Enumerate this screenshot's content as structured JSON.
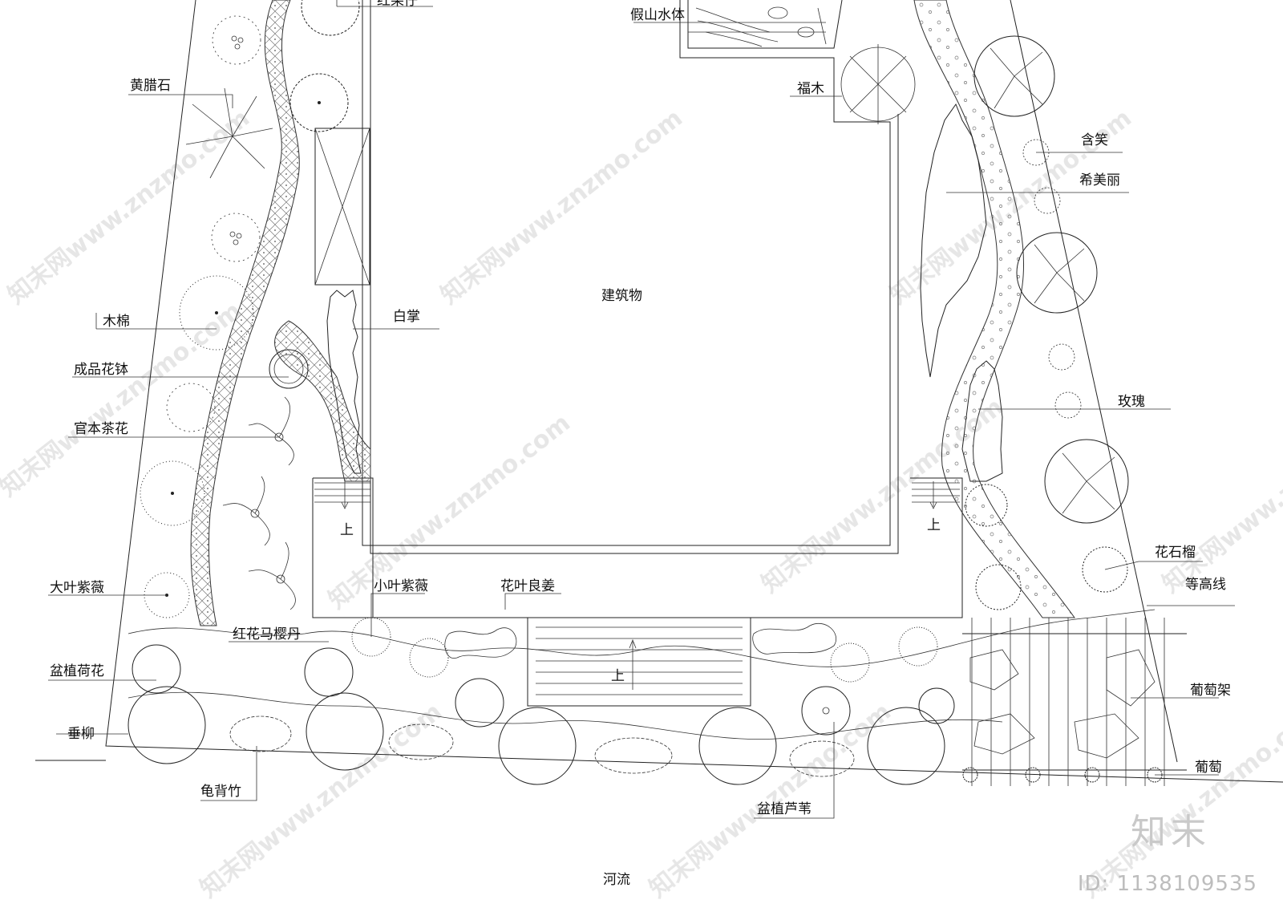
{
  "labels": {
    "top_cut": "红果仔",
    "rockery": "假山水体",
    "fumu": "福木",
    "huanglashi": "黄腊石",
    "mumian": "木棉",
    "pot": "成品花钵",
    "camellia": "官本茶花",
    "baizhang": "白掌",
    "building": "建筑物",
    "hanxiao": "含笑",
    "ximeili": "希美丽",
    "rose": "玫瑰",
    "pomegranate": "花石榴",
    "contour": "等高线",
    "big_lagerstroemia": "大叶紫薇",
    "small_lagerstroemia": "小叶紫薇",
    "alpinia": "花叶良姜",
    "lantana": "红花马樱丹",
    "lotus_pot": "盆植荷花",
    "willow": "垂柳",
    "monstera": "龟背竹",
    "reed_pot": "盆植芦苇",
    "grape_trellis": "葡萄架",
    "grape": "葡萄",
    "river": "河流",
    "up_left": "上",
    "up_right": "上",
    "up_center": "上"
  },
  "watermark": "知末网www.znzmo.com",
  "brand": "知末",
  "id_text": "ID: 1138109535"
}
